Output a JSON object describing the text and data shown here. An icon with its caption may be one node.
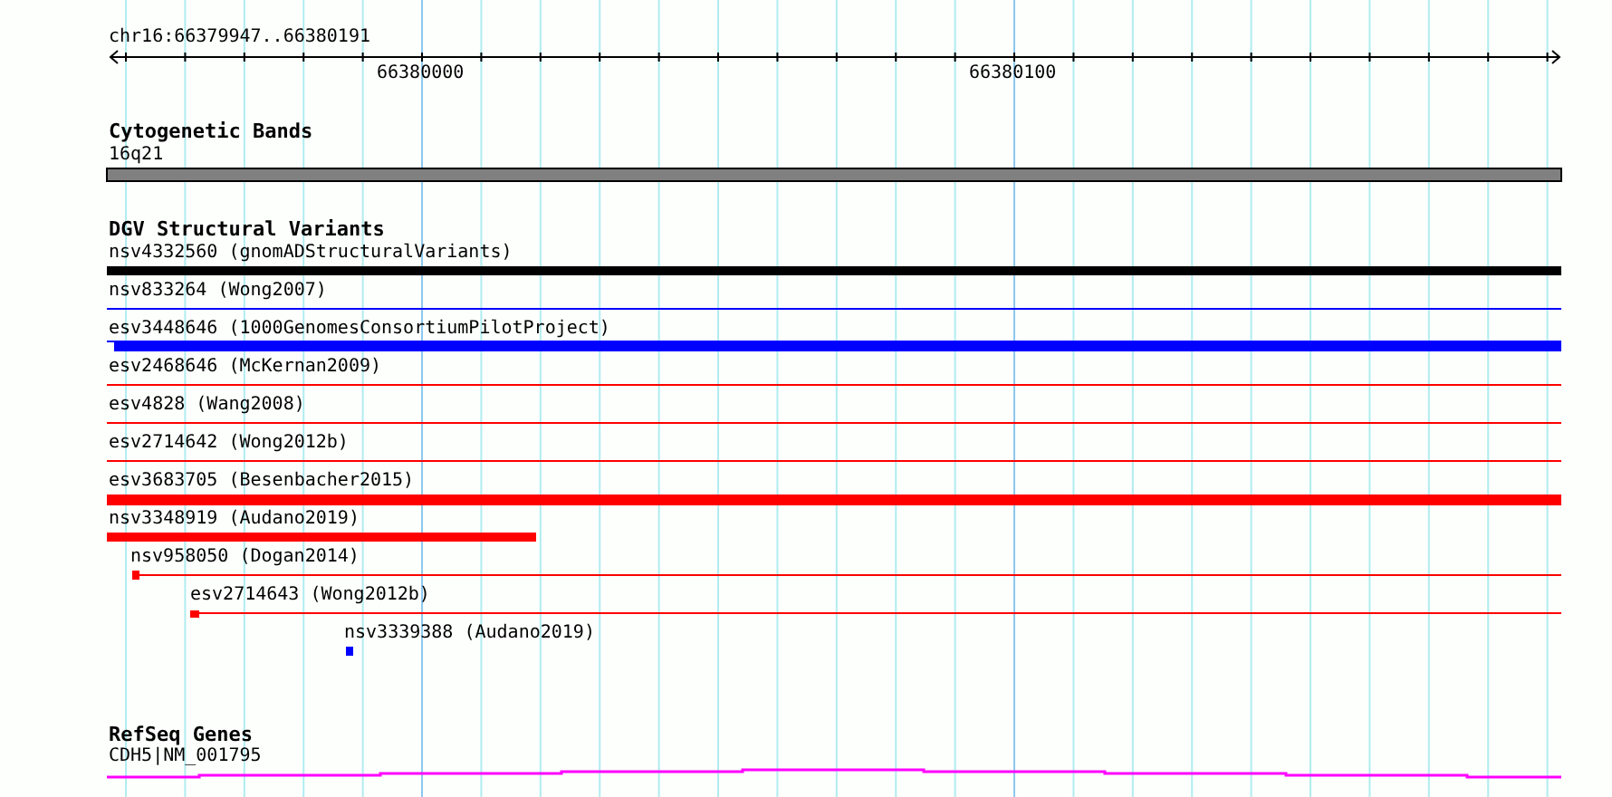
{
  "diagram": {
    "labels": [
      "chr16:66379947..66380191",
      "66380000",
      "66380100",
      "Cytogenetic Bands",
      "16q21",
      "DGV Structural Variants",
      "nsv4332560 (gnomADStructuralVariants)",
      "nsv833264 (Wong2007)",
      "esv3448646 (1000GenomesConsortiumPilotProject)",
      "esv2468646 (McKernan2009)",
      "esv4828 (Wang2008)",
      "esv2714642 (Wong2012b)",
      "esv3683705 (Besenbacher2015)",
      "nsv3348919 (Audano2019)",
      "nsv958050 (Dogan2014)",
      "esv2714643 (Wong2012b)",
      "nsv3339388 (Audano2019)",
      "RefSeq Genes",
      "CDH5|NM_001795"
    ]
  }
}
